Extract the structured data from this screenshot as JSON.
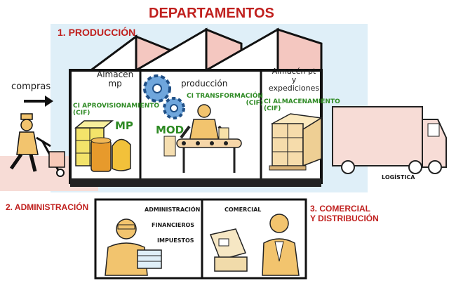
{
  "title": "DEPARTAMENTOS",
  "sections": {
    "produccion": "1. PRODUCCIÓN",
    "administracion": "2. ADMINISTRACIÓN",
    "comercial_line1": "3. COMERCIAL",
    "comercial_line2": "Y DISTRIBUCIÓN"
  },
  "inputs": {
    "compras": "compras"
  },
  "warehouse": {
    "almacen_mp_line1": "Almacén",
    "almacen_mp_line2": "mp",
    "ci_aprovisionamiento_line1": "CI APROVISIONAMIENTO",
    "ci_aprovisionamiento_line2": "(CIF)",
    "mp": "MP",
    "produccion": "producción",
    "ci_transformacion_line1": "CI TRANSFORMACIÓN",
    "ci_transformacion_line2": "(CIF)",
    "mod": "MOD",
    "almacen_pt_line1": "Almacén pt",
    "almacen_pt_line2": "y",
    "almacen_pt_line3": "expediciones",
    "ci_almacenamiento_line1": "CI ALMACENAMIENTO",
    "ci_almacenamiento_line2": "(CIF)"
  },
  "logistica": "LOGÍSTICA",
  "office": {
    "administracion": "ADMINISTRACIÓN",
    "financieros": "FINANCIEROS",
    "impuestos": "IMPUESTOS",
    "comercial": "COMERCIAL"
  },
  "colors": {
    "accent_red": "#c0201e",
    "green": "#2e8a24",
    "roof_pink": "#f4c7c0",
    "sky_blue": "#dfeff8"
  }
}
